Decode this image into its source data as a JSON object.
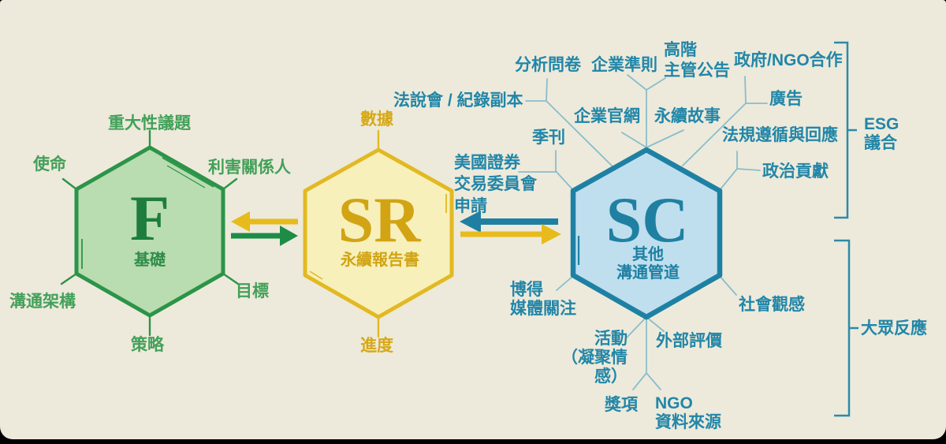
{
  "title": "ESG communication framework diagram",
  "colors": {
    "background": "#edeadb",
    "frame": "#000000",
    "green_border": "#2b9448",
    "green_fill": "#b9dcb0",
    "green_text": "#43a05a",
    "green_letter": "#1e7d3c",
    "yellow_border": "#e2b922",
    "yellow_fill": "#f7f0bb",
    "yellow_text": "#d7a816",
    "yellow_letter": "#d2a413",
    "teal_border": "#1e81a4",
    "teal_fill": "#bfdfee",
    "teal_text": "#2286a8",
    "teal_line": "#8abdcb",
    "arrow_green": "#1d8c47",
    "arrow_yellow": "#e7bb1c",
    "arrow_teal": "#1f7fa3",
    "bracket": "#2d8aa8"
  },
  "foundation": {
    "letter": "F",
    "name": "基礎",
    "labels": {
      "top": "重大性議題",
      "upper_left": "使命",
      "upper_right": "利害關係人",
      "lower_left": "溝通架構",
      "lower_right": "目標",
      "bottom": "策略"
    }
  },
  "report": {
    "letter": "SR",
    "name": "永續報告書",
    "labels": {
      "top": "數據",
      "bottom": "進度"
    }
  },
  "channels": {
    "letter": "SC",
    "name": "其他\n溝通管道",
    "labels": {
      "analysis": "分析問卷",
      "principles": "企業準則",
      "executive": "高階\n主管公告",
      "government": "政府/NGO合作",
      "advertising": "廣告",
      "compliance": "法規遵循與回應",
      "political": "政治貢獻",
      "conference": "法說會 / 紀錄副本",
      "quarterly": "季刊",
      "website": "企業官網",
      "story": "永續故事",
      "sec": "美國證券\n交易委員會\n申請",
      "earned_media": "博得\n媒體關注",
      "social": "社會觀感",
      "events": "活動\n（凝聚情感）",
      "external": "外部評價",
      "awards": "獎項",
      "ngo": "NGO\n資料來源"
    }
  },
  "brackets": {
    "esg": "ESG\n議合",
    "public": "大眾反應"
  }
}
